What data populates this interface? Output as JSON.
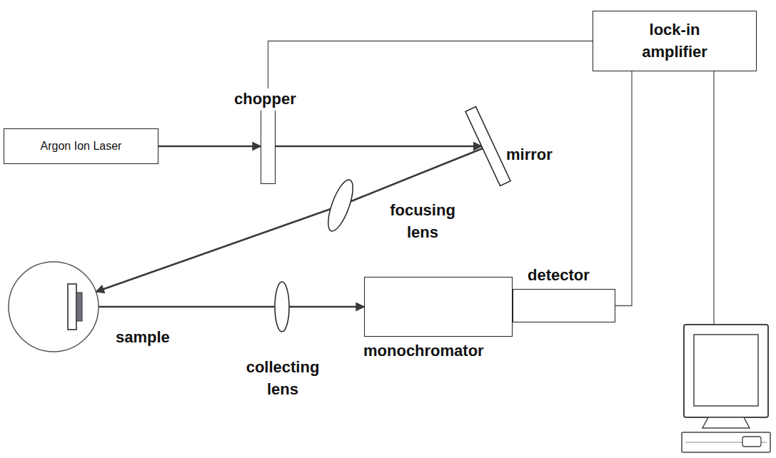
{
  "diagram": {
    "nodes": [
      {
        "text": [
          "lock-in amplifier"
        ]
      },
      {
        "text": [
          "chopper"
        ]
      },
      {
        "text": [
          "Argon Ion Laser"
        ]
      },
      {
        "text": [
          "mirror"
        ]
      },
      {
        "text": [
          "focusing lens"
        ]
      },
      {
        "text": [
          "sample"
        ]
      },
      {
        "text": [
          "collecting lens"
        ]
      },
      {
        "text": [
          "monochromator"
        ]
      },
      {
        "text": [
          "detector"
        ]
      }
    ],
    "edges": [
      {
        "from": 2,
        "to": 1,
        "arrow": "to"
      },
      {
        "from": 1,
        "to": 3,
        "arrow": "to"
      },
      {
        "from": 3,
        "to": 4,
        "arrow": "none"
      },
      {
        "from": 4,
        "to": 5,
        "arrow": "to"
      },
      {
        "from": 5,
        "to": 6,
        "arrow": "none"
      },
      {
        "from": 6,
        "to": 7,
        "arrow": "to"
      },
      {
        "from": 1,
        "to": 0,
        "arrow": "none"
      },
      {
        "from": 8,
        "to": 0,
        "arrow": "none"
      }
    ]
  }
}
